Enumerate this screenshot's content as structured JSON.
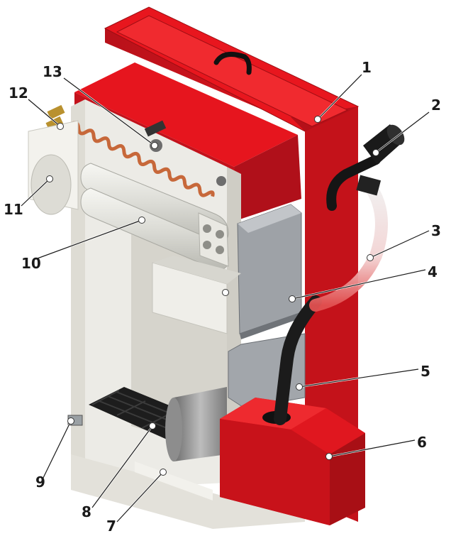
{
  "callouts": [
    {
      "id": "casing",
      "label": "1"
    },
    {
      "id": "pellet-feed-intake",
      "label": "2"
    },
    {
      "id": "flexible-hose",
      "label": "3"
    },
    {
      "id": "cleaning-door",
      "label": "4"
    },
    {
      "id": "burner-tube",
      "label": "5"
    },
    {
      "id": "pellet-burner",
      "label": "6"
    },
    {
      "id": "ash-pan",
      "label": "7"
    },
    {
      "id": "grate",
      "label": "8"
    },
    {
      "id": "return-connection",
      "label": "9"
    },
    {
      "id": "flue-outlet",
      "label": "10"
    },
    {
      "id": "flue-collar",
      "label": "11"
    },
    {
      "id": "flow-connection",
      "label": "12"
    },
    {
      "id": "cooling-coil",
      "label": "13"
    }
  ],
  "colors": {
    "casing_red": "#d8141c",
    "casing_red_dark": "#a80f15",
    "casing_red_light": "#ee2a2f",
    "insulation": "#ecebe6",
    "steel": "#9da1a6",
    "grate": "#1f1f1f",
    "copper": "#c96a3c",
    "hose": "#e8e8e8"
  }
}
